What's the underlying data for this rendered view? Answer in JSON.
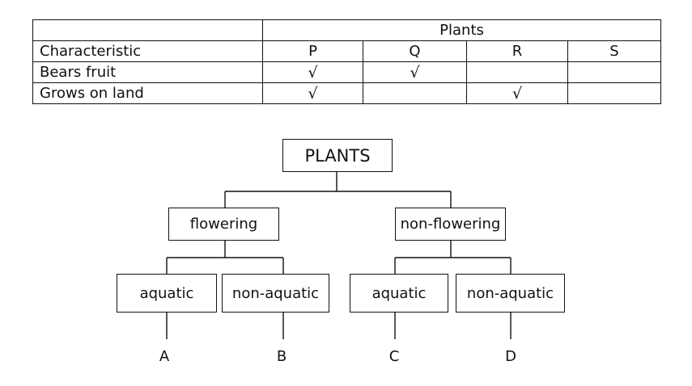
{
  "table": {
    "group_header": "Plants",
    "row_header": "Characteristic",
    "columns": [
      "P",
      "Q",
      "R",
      "S"
    ],
    "rows": [
      {
        "label": "Bears fruit",
        "cells": [
          "√",
          "√",
          "",
          ""
        ]
      },
      {
        "label": "Grows on land",
        "cells": [
          "√",
          "",
          "√",
          ""
        ]
      }
    ]
  },
  "tree": {
    "root": "PLANTS",
    "level1": [
      "flowering",
      "non-flowering"
    ],
    "level2": [
      "aquatic",
      "non-aquatic",
      "aquatic",
      "non-aquatic"
    ],
    "leaves": [
      "A",
      "B",
      "C",
      "D"
    ]
  }
}
